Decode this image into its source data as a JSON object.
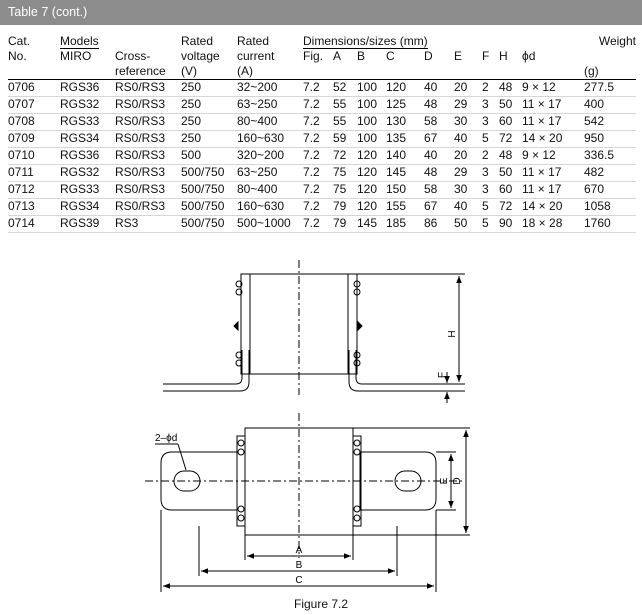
{
  "title": "Table 7 (cont.)",
  "headers": {
    "cat": [
      "Cat.",
      "No."
    ],
    "models": "Models",
    "miro": "MIRO",
    "cross": [
      "Cross-",
      "reference"
    ],
    "rated_voltage": [
      "Rated",
      "voltage",
      "(V)"
    ],
    "rated_current": [
      "Rated",
      "current",
      "(A)"
    ],
    "dimensions": "Dimensions/sizes (mm)",
    "fig": "Fig.",
    "A": "A",
    "B": "B",
    "C": "C",
    "D": "D",
    "E": "E",
    "F": "F",
    "H": "H",
    "phid": "ϕd",
    "weight": [
      "Weight",
      "(g)"
    ]
  },
  "rows": [
    [
      "0706",
      "RGS36",
      "RS0/RS3",
      "250",
      "32~200",
      "7.2",
      "52",
      "100",
      "120",
      "40",
      "20",
      "2",
      "48",
      "9 × 12",
      "277.5"
    ],
    [
      "0707",
      "RGS32",
      "RS0/RS3",
      "250",
      "63~250",
      "7.2",
      "55",
      "100",
      "125",
      "48",
      "29",
      "3",
      "50",
      "11 × 17",
      "400"
    ],
    [
      "0708",
      "RGS33",
      "RS0/RS3",
      "250",
      "80~400",
      "7.2",
      "55",
      "100",
      "130",
      "58",
      "30",
      "3",
      "60",
      "11 × 17",
      "542"
    ],
    [
      "0709",
      "RGS34",
      "RS0/RS3",
      "250",
      "160~630",
      "7.2",
      "59",
      "100",
      "135",
      "67",
      "40",
      "5",
      "72",
      "14 × 20",
      "950"
    ],
    [
      "0710",
      "RGS36",
      "RS0/RS3",
      "500",
      "320~200",
      "7.2",
      "72",
      "120",
      "140",
      "40",
      "20",
      "2",
      "48",
      "9 × 12",
      "336.5"
    ],
    [
      "0711",
      "RGS32",
      "RS0/RS3",
      "500/750",
      "63~250",
      "7.2",
      "75",
      "120",
      "145",
      "48",
      "29",
      "3",
      "50",
      "11 × 17",
      "482"
    ],
    [
      "0712",
      "RGS33",
      "RS0/RS3",
      "500/750",
      "80~400",
      "7.2",
      "75",
      "120",
      "150",
      "58",
      "30",
      "3",
      "60",
      "11 × 17",
      "670"
    ],
    [
      "0713",
      "RGS34",
      "RS0/RS3",
      "500/750",
      "160~630",
      "7.2",
      "79",
      "120",
      "155",
      "67",
      "40",
      "5",
      "72",
      "14 × 20",
      "1058"
    ],
    [
      "0714",
      "RGS39",
      "RS3",
      "500/750",
      "500~1000",
      "7.2",
      "79",
      "145",
      "185",
      "86",
      "50",
      "5",
      "90",
      "18 × 28",
      "1760"
    ]
  ],
  "figure": {
    "labels": {
      "H": "H",
      "F": "F",
      "two_phid": "2–ϕd",
      "E": "E",
      "D": "D",
      "A": "A",
      "B": "B",
      "C": "C"
    },
    "caption": "Figure 7.2"
  }
}
